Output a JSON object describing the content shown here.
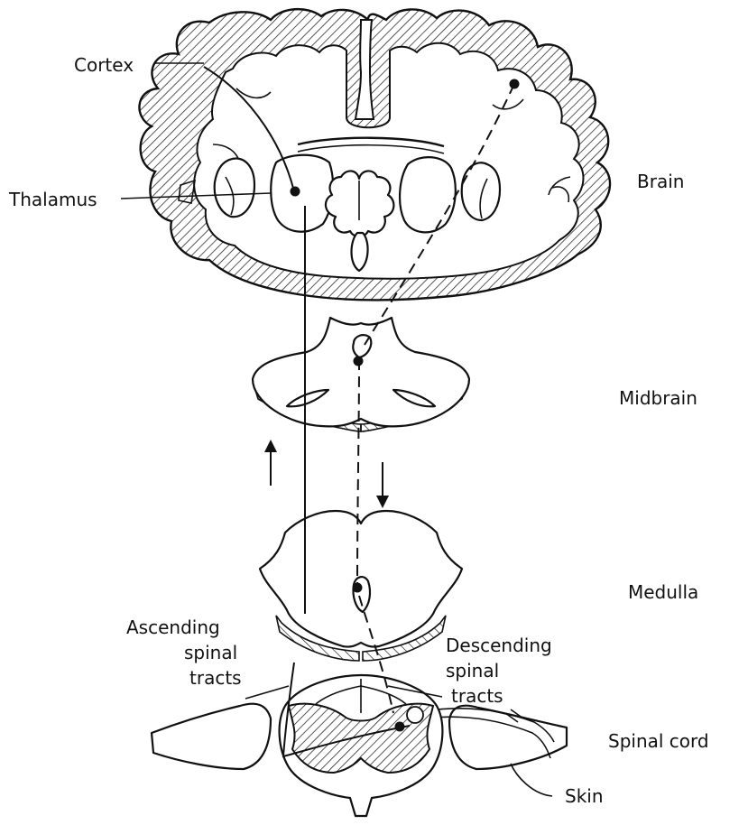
{
  "labels": {
    "cortex": "Cortex",
    "thalamus": "Thalamus",
    "brain": "Brain",
    "midbrain": "Midbrain",
    "medulla": "Medulla",
    "ascending": [
      "Ascending",
      "spinal",
      "tracts"
    ],
    "descending": [
      "Descending",
      "spinal",
      "tracts"
    ],
    "spinal_cord": "Spinal cord",
    "skin": "Skin"
  }
}
